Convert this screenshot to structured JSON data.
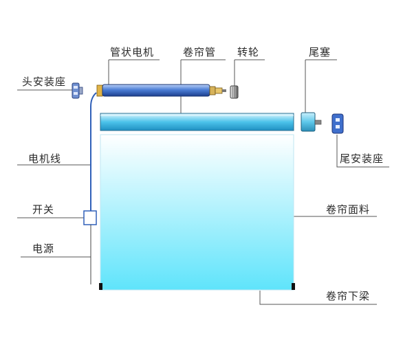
{
  "labels": {
    "head_mount": "头安装座",
    "tubular_motor": "管状电机",
    "roller_tube": "卷帘管",
    "drive_wheel": "转轮",
    "end_plug": "尾塞",
    "tail_mount": "尾安装座",
    "motor_cable": "电机线",
    "switch": "开关",
    "power": "电源",
    "fabric": "卷帘面料",
    "bottom_rail": "卷帘下梁"
  },
  "colors": {
    "motor_body": "#4d7fd6",
    "tube": "#4cc3ea",
    "fabric_top": "#ffffff",
    "fabric_bottom": "#5fe4fb",
    "cable": "#2f5fb8",
    "leader_line": "#555555"
  }
}
